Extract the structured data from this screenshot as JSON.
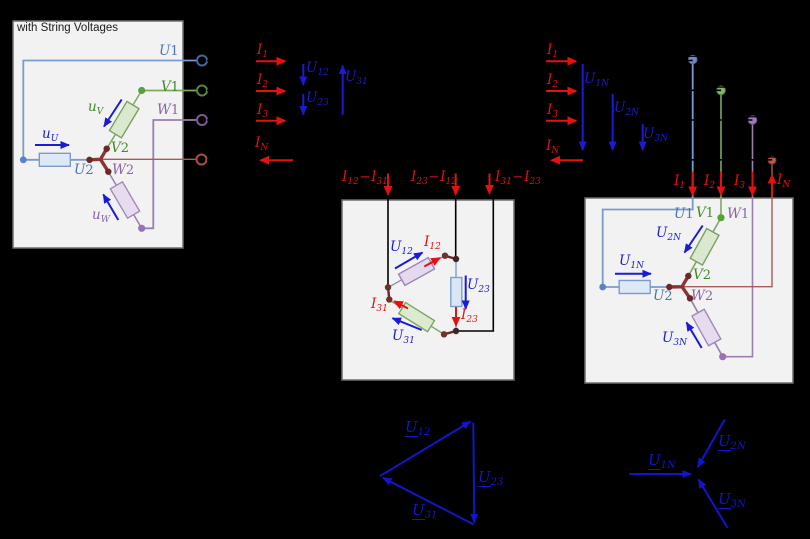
{
  "colors": {
    "background": "#000000",
    "panel_bg": "#f2f2f2",
    "voltage_arrow_blue": "#1b1bd4",
    "current_arrow_red": "#e51010",
    "phase_u_blue": "#4a74b4",
    "phase_v_green": "#3d8a28",
    "phase_w_purple": "#8a62a8",
    "neutral_red": "#a85b5b",
    "star_point": "#8c3333",
    "phasor_blue": "#1414cc"
  },
  "panel1": {
    "title": "with String Voltages",
    "terminal_u1": {
      "b": "U",
      "n": "1"
    },
    "terminal_v1": {
      "b": "V",
      "n": "1"
    },
    "terminal_w1": {
      "b": "W",
      "n": "1"
    },
    "node_u2": {
      "b": "U",
      "n": "2"
    },
    "node_v2": {
      "b": "V",
      "n": "2"
    },
    "node_w2": {
      "b": "W",
      "n": "2"
    },
    "v_uu": {
      "b": "u",
      "s": "U"
    },
    "v_uv": {
      "b": "u",
      "s": "V"
    },
    "v_uw": {
      "b": "u",
      "s": "W"
    }
  },
  "feeder_left": {
    "i1": {
      "b": "I",
      "s": "1"
    },
    "i2": {
      "b": "I",
      "s": "2"
    },
    "i3": {
      "b": "I",
      "s": "3"
    },
    "in": {
      "b": "I",
      "s": "N"
    },
    "u12": {
      "b": "U",
      "s": "12"
    },
    "u23": {
      "b": "U",
      "s": "23"
    },
    "u31": {
      "b": "U",
      "s": "31"
    }
  },
  "delta": {
    "line1": {
      "b1": "I",
      "s1": "12",
      "op": "−",
      "b2": "I",
      "s2": "31"
    },
    "line2": {
      "b1": "I",
      "s1": "23",
      "op": "−",
      "b2": "I",
      "s2": "12"
    },
    "line3": {
      "b1": "I",
      "s1": "31",
      "op": "−",
      "b2": "I",
      "s2": "23"
    },
    "u12": {
      "b": "U",
      "s": "12"
    },
    "u23": {
      "b": "U",
      "s": "23"
    },
    "u31": {
      "b": "U",
      "s": "31"
    },
    "i12": {
      "b": "I",
      "s": "12"
    },
    "i23": {
      "b": "I",
      "s": "23"
    },
    "i31": {
      "b": "I",
      "s": "31"
    }
  },
  "feeder_right": {
    "i1": {
      "b": "I",
      "s": "1"
    },
    "i2": {
      "b": "I",
      "s": "2"
    },
    "i3": {
      "b": "I",
      "s": "3"
    },
    "in": {
      "b": "I",
      "s": "N"
    },
    "u1n": {
      "b": "U",
      "s": "1N"
    },
    "u2n": {
      "b": "U",
      "s": "2N"
    },
    "u3n": {
      "b": "U",
      "s": "3N"
    }
  },
  "panel3": {
    "i1": {
      "b": "I",
      "s": "1"
    },
    "i2": {
      "b": "I",
      "s": "2"
    },
    "i3": {
      "b": "I",
      "s": "3"
    },
    "in": {
      "b": "I",
      "s": "N"
    },
    "terminal_u1": {
      "b": "U",
      "n": "1"
    },
    "terminal_v1": {
      "b": "V",
      "n": "1"
    },
    "terminal_w1": {
      "b": "W",
      "n": "1"
    },
    "node_u2": {
      "b": "U",
      "n": "2"
    },
    "node_v2": {
      "b": "V",
      "n": "2"
    },
    "node_w2": {
      "b": "W",
      "n": "2"
    },
    "u1n": {
      "b": "U",
      "s": "1N"
    },
    "u2n": {
      "b": "U",
      "s": "2N"
    },
    "u3n": {
      "b": "U",
      "s": "3N"
    }
  },
  "phasor_delta": {
    "u12": {
      "b": "U",
      "s": "12"
    },
    "u23": {
      "b": "U",
      "s": "23"
    },
    "u31": {
      "b": "U",
      "s": "31"
    }
  },
  "phasor_star": {
    "u1n": {
      "b": "U",
      "s": "1N"
    },
    "u2n": {
      "b": "U",
      "s": "2N"
    },
    "u3n": {
      "b": "U",
      "s": "3N"
    }
  }
}
